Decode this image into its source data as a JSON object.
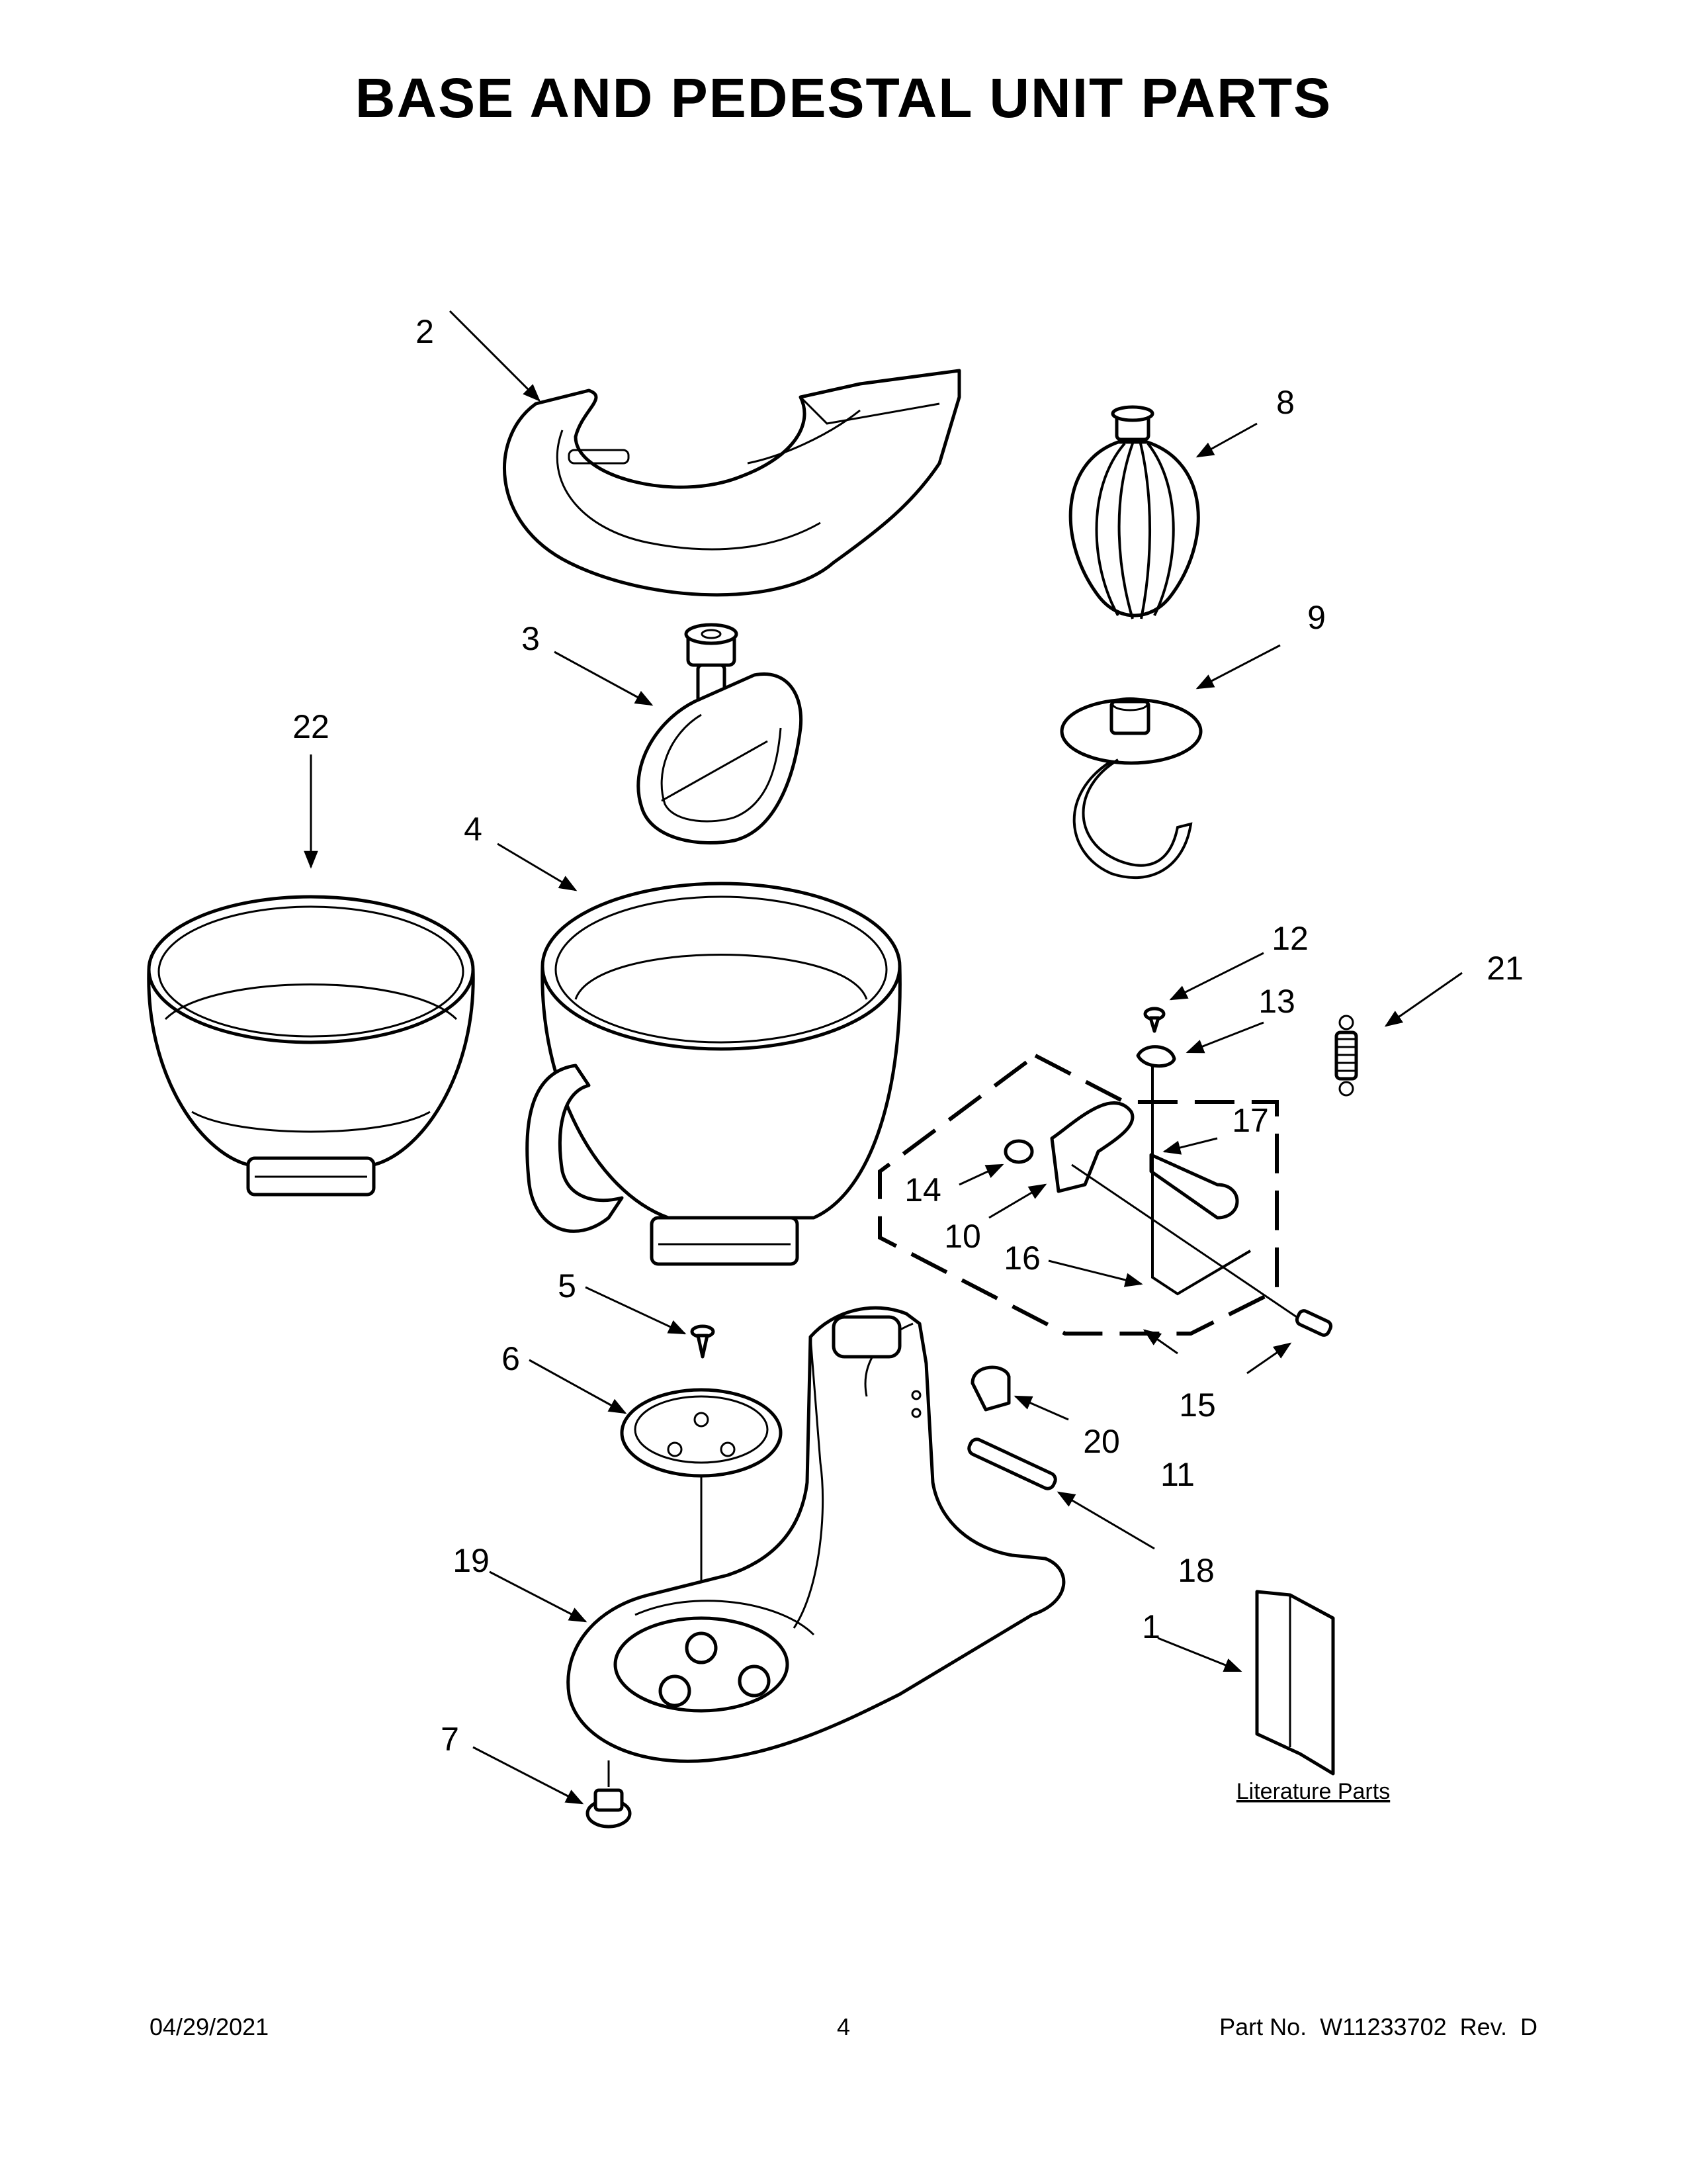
{
  "title": "BASE AND PEDESTAL UNIT PARTS",
  "callouts": [
    "1",
    "2",
    "3",
    "4",
    "5",
    "6",
    "7",
    "8",
    "9",
    "10",
    "11",
    "12",
    "13",
    "14",
    "15",
    "16",
    "17",
    "18",
    "19",
    "20",
    "21",
    "22"
  ],
  "literature_label": "Literature Parts",
  "footer": {
    "date": "04/29/2021",
    "page": "4",
    "part_number": "Part No.  W11233702  Rev.  D"
  }
}
